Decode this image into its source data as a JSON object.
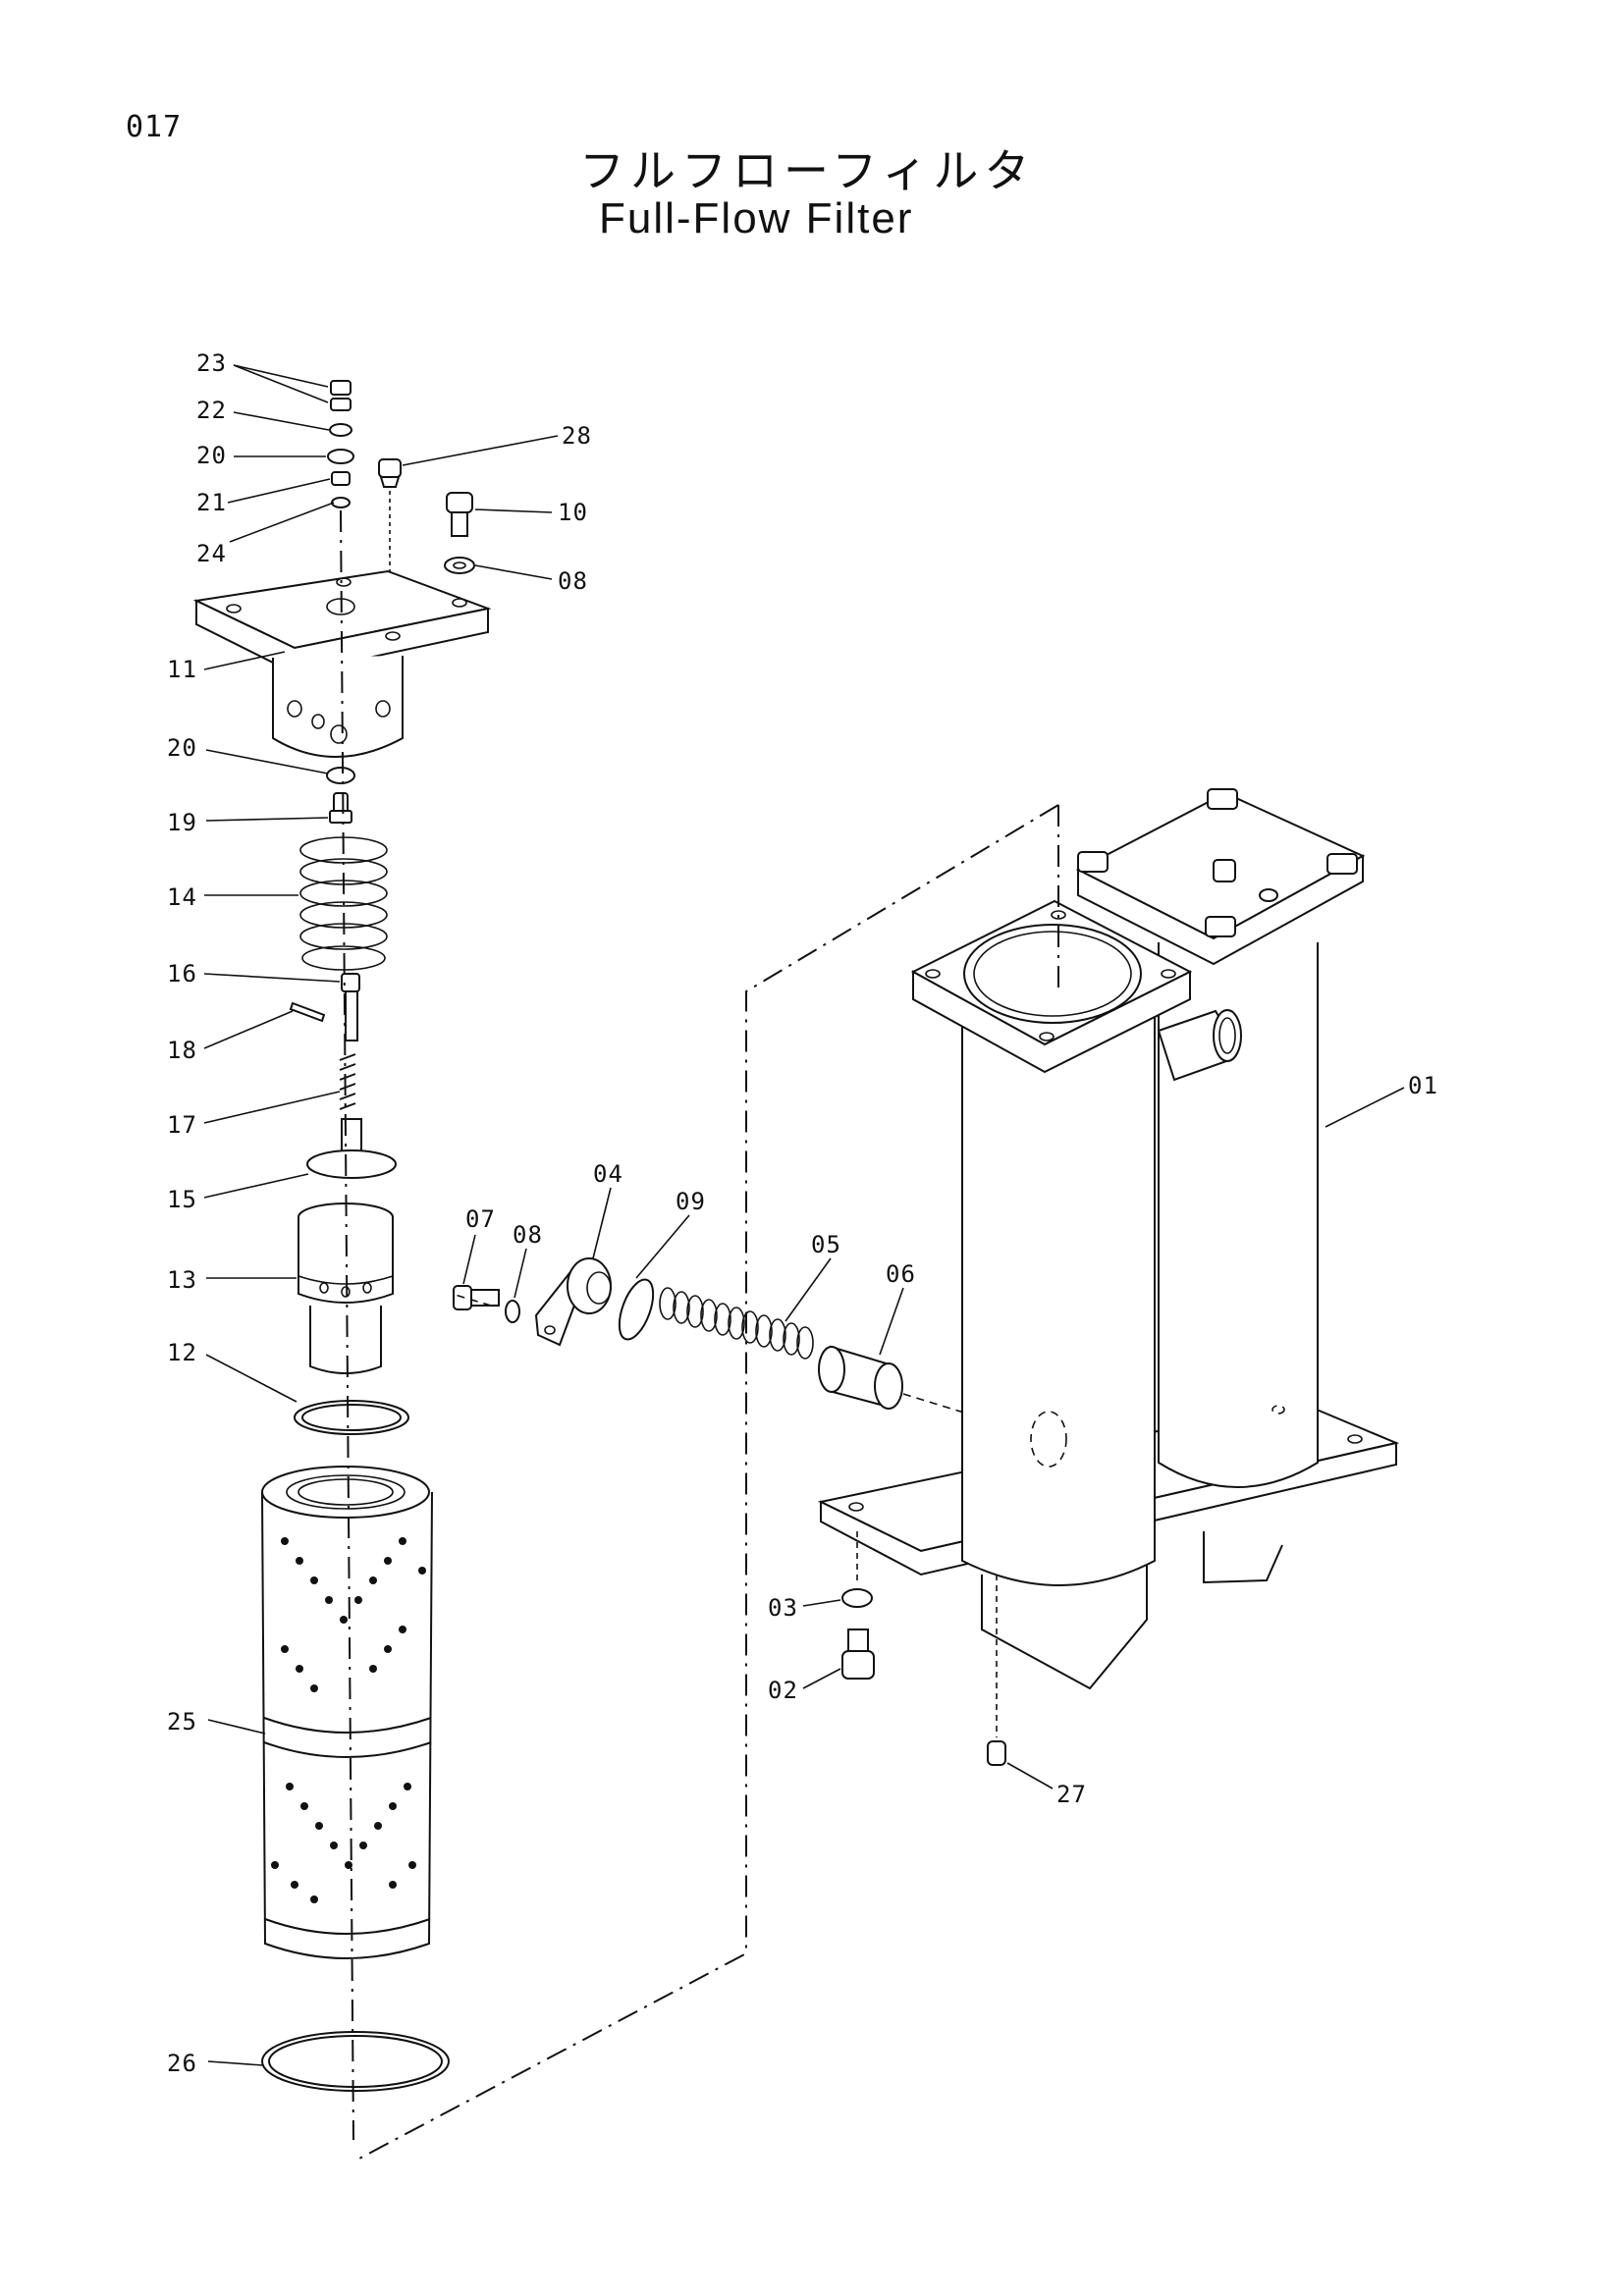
{
  "page_number": "017",
  "title_ja": "フルフローフィルタ",
  "title_en": "Full-Flow  Filter",
  "callouts": {
    "c01": "01",
    "c02": "02",
    "c03": "03",
    "c04": "04",
    "c05": "05",
    "c06": "06",
    "c07": "07",
    "c08a": "08",
    "c08b": "08",
    "c09": "09",
    "c10": "10",
    "c11": "11",
    "c12": "12",
    "c13": "13",
    "c14": "14",
    "c15": "15",
    "c16": "16",
    "c17": "17",
    "c18": "18",
    "c19": "19",
    "c20a": "20",
    "c20b": "20",
    "c21": "21",
    "c22": "22",
    "c23": "23",
    "c24": "24",
    "c25": "25",
    "c26": "26",
    "c27": "27",
    "c28": "28"
  }
}
